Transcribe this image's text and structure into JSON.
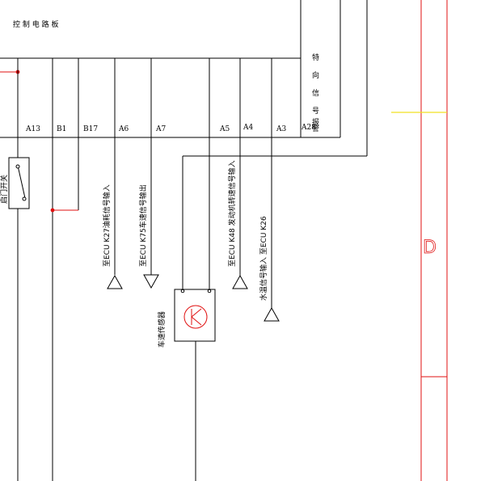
{
  "board_title": "控 制 电 路 板",
  "side_label": [
    "特",
    "向",
    "信",
    "号",
    "报",
    "警"
  ],
  "pins": {
    "a13": "A13",
    "b1": "B1",
    "b17": "B17",
    "a6": "A6",
    "a7": "A7",
    "a5": "A5",
    "a4": "A4",
    "a3": "A3",
    "a28": "A28"
  },
  "switch_label": "启门开关",
  "signals": {
    "k27": "至ECU K27油耗信号输入",
    "k75": "至ECU K75车速信号输出",
    "k48": "至ECU K48 发动机转速信号输入",
    "k26": "水温信号输入  至ECU K26"
  },
  "sensor_label": "车速传感器",
  "sensor_symbol": "K",
  "right_marker": "D",
  "colors": {
    "wire": "#000000",
    "highlight": "#e01010",
    "yellow_line": "#f0e020"
  }
}
